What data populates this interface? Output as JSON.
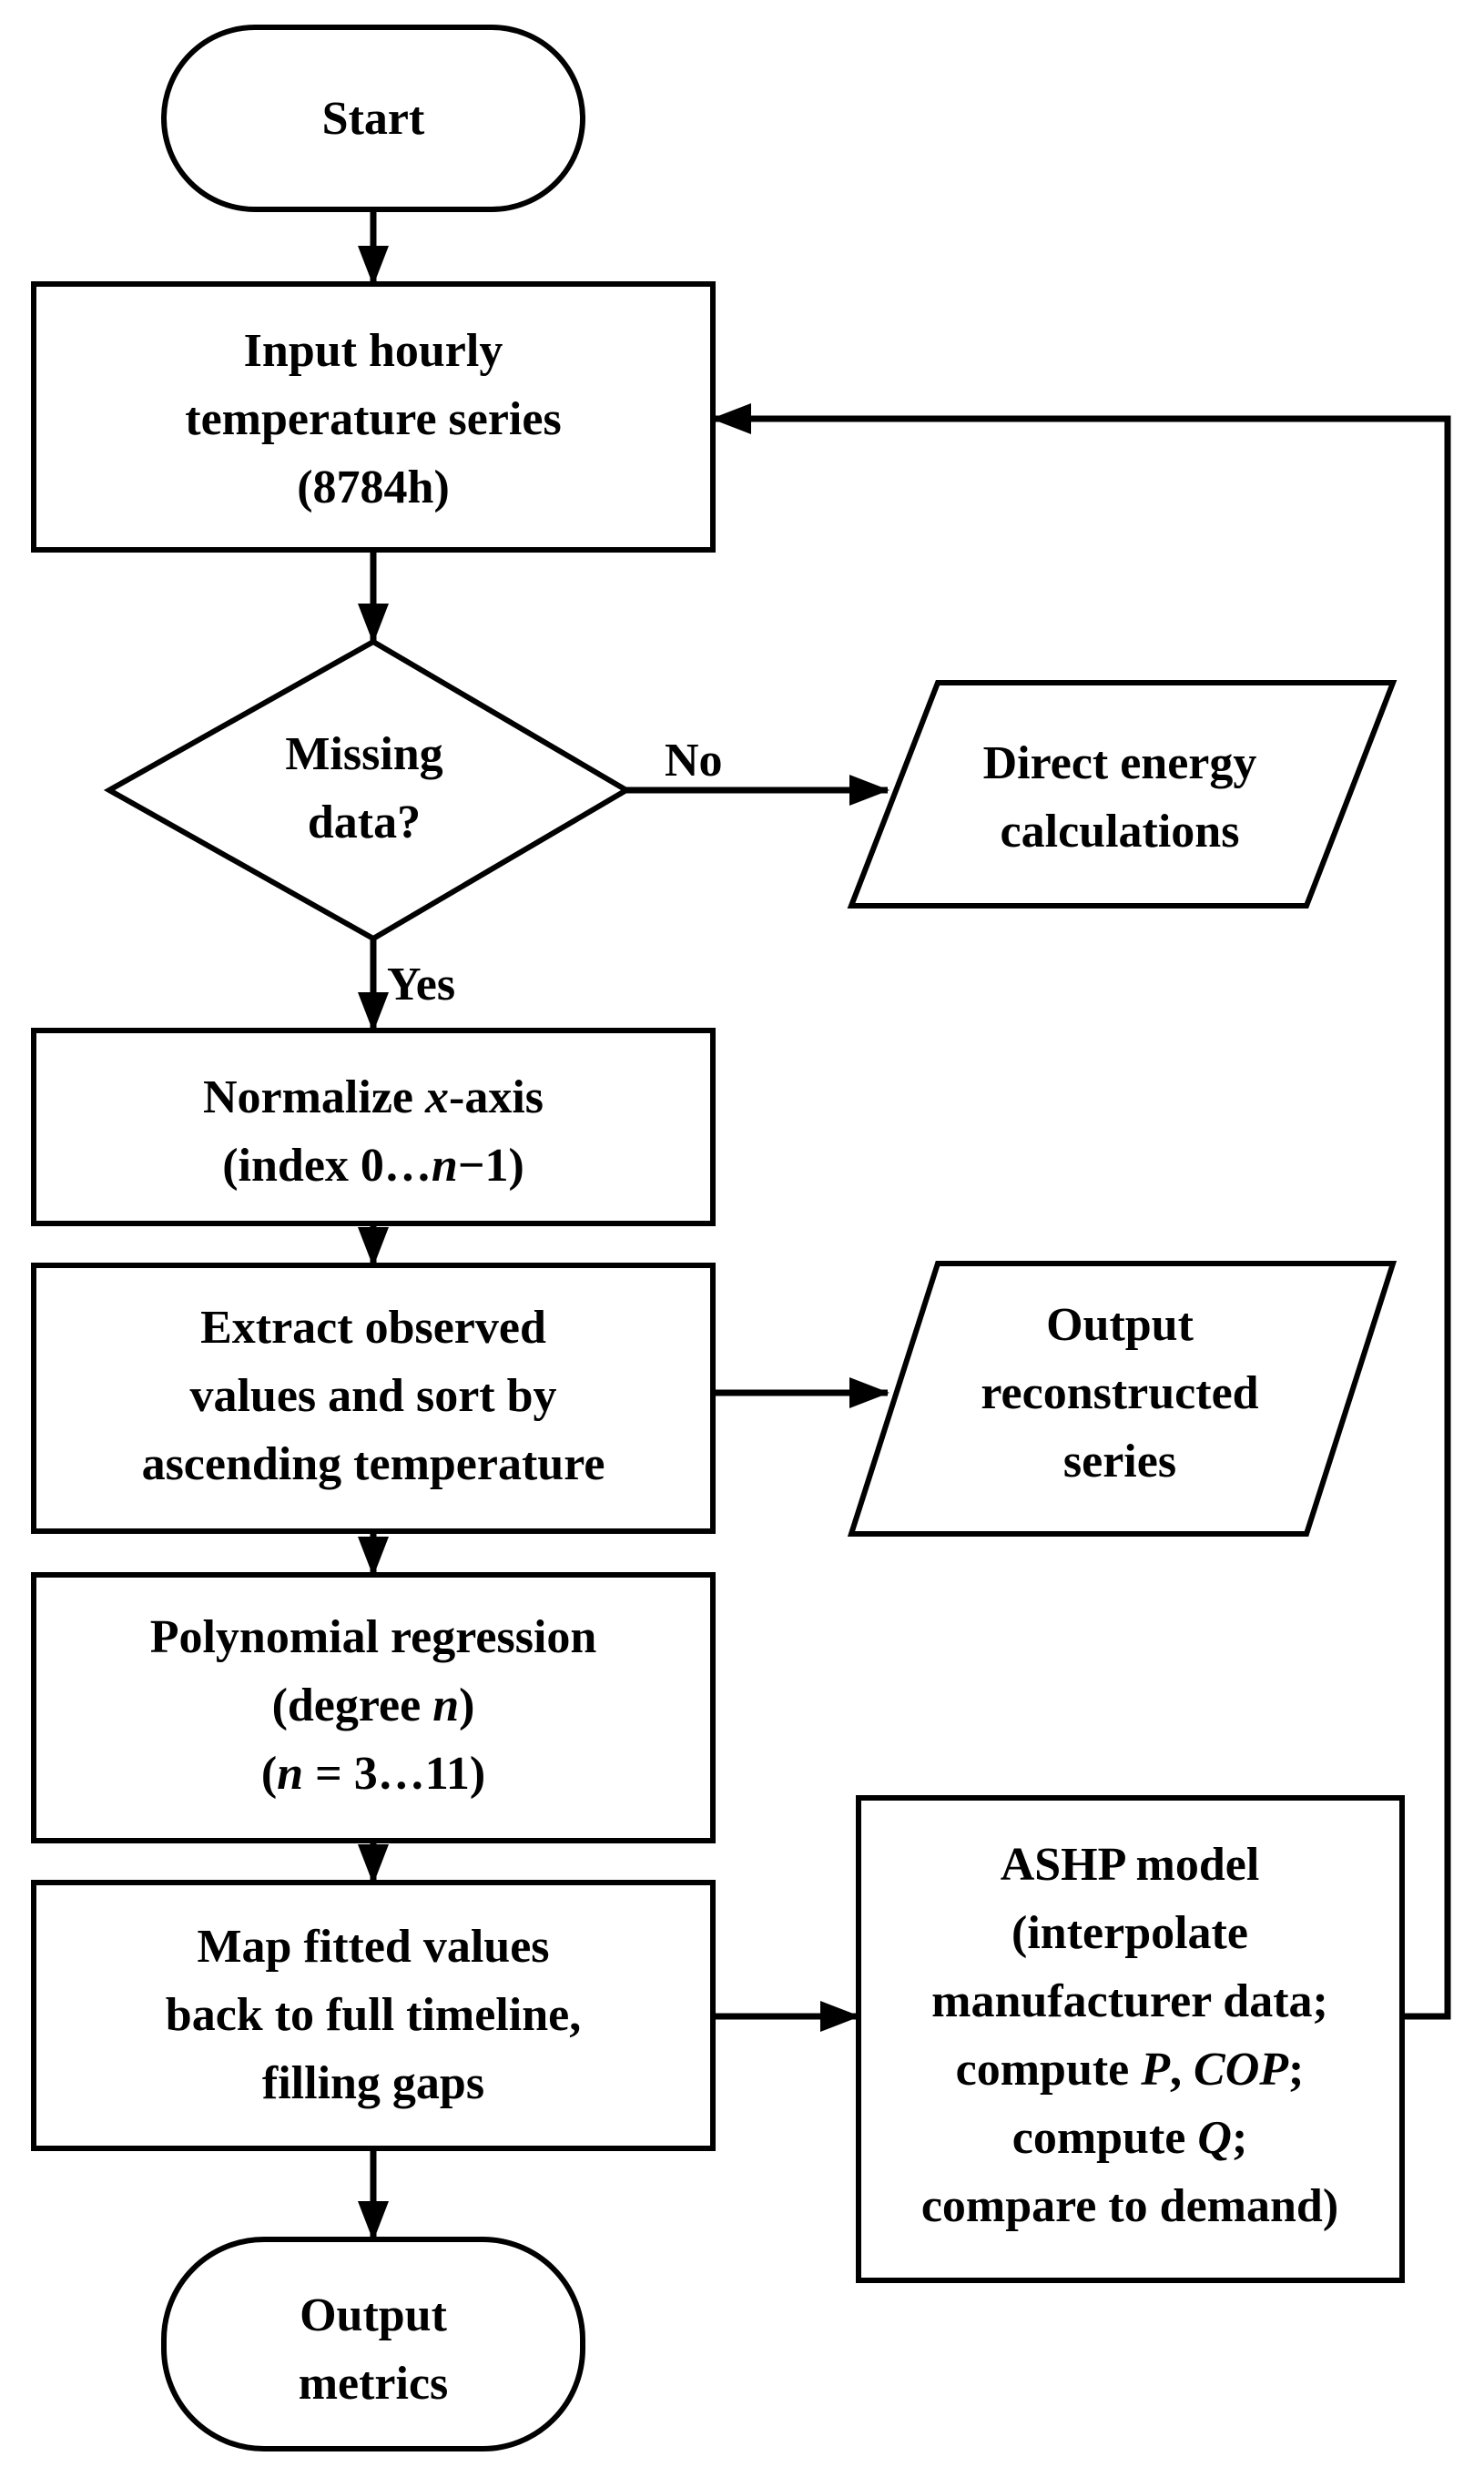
{
  "flowchart": {
    "start": {
      "label": "Start"
    },
    "input": {
      "line1": "Input hourly",
      "line2": "temperature series",
      "line3": "(8784h)"
    },
    "decision": {
      "line1": "Missing",
      "line2": "data?",
      "no_label": "No",
      "yes_label": "Yes"
    },
    "direct": {
      "line1": "Direct energy",
      "line2": "calculations"
    },
    "normalize": {
      "line1_a": "Normalize ",
      "line1_var": "x",
      "line1_b": "-axis",
      "line2_a": "(index 0…",
      "line2_var": "n",
      "line2_b": "−1)"
    },
    "extract": {
      "line1": "Extract observed",
      "line2": "values and sort by",
      "line3": "ascending temperature"
    },
    "output_reconstructed": {
      "line1": "Output",
      "line2": "reconstructed",
      "line3": "series"
    },
    "regression": {
      "line1": "Polynomial regression",
      "line2_a": "(degree ",
      "line2_var": "n",
      "line2_b": ")",
      "line3_a": "(",
      "line3_var": "n",
      "line3_b": " = 3…11)"
    },
    "map": {
      "line1": "Map fitted values",
      "line2": "back to full timeline,",
      "line3": "filling gaps"
    },
    "ashp": {
      "line1": "ASHP model",
      "line2": "(interpolate",
      "line3": "manufacturer data;",
      "line4_a": "compute ",
      "line4_var1": "P",
      "line4_sep": ", ",
      "line4_var2": "COP",
      "line4_b": ";",
      "line5_a": "compute ",
      "line5_var": "Q",
      "line5_b": ";",
      "line6": "compare to demand)"
    },
    "end": {
      "line1": "Output",
      "line2": "metrics"
    }
  }
}
